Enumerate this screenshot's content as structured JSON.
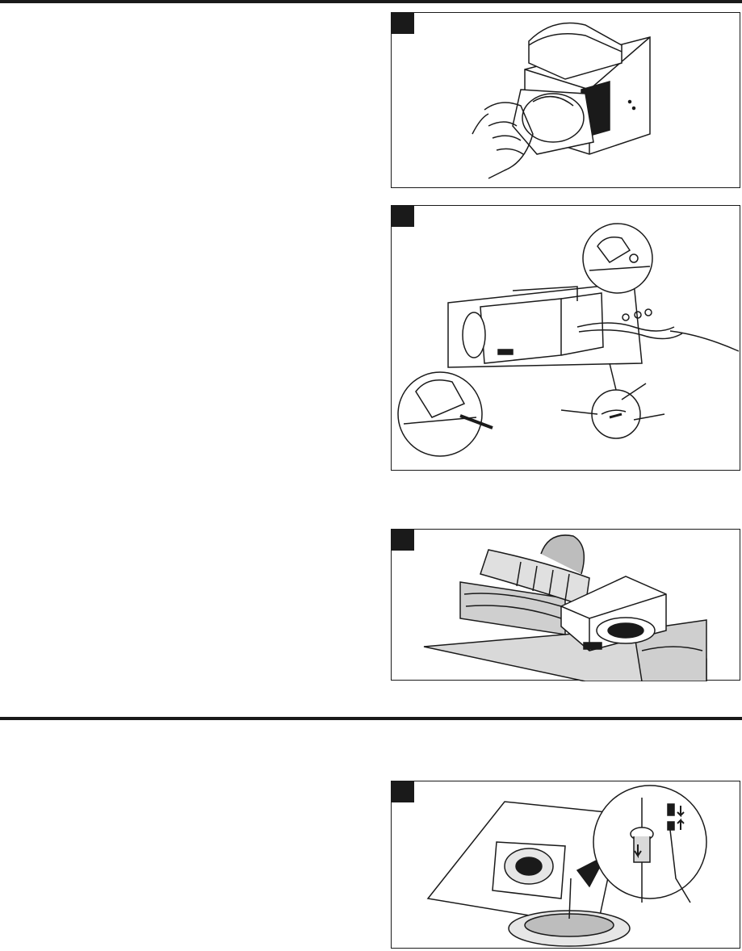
{
  "document": {
    "section_count": 2,
    "figures": [
      {
        "id": "fig-1",
        "step_label": "",
        "description_icon": "hand-inserting-damper-icon"
      },
      {
        "id": "fig-2",
        "step_label": "",
        "description_icon": "wiring-connection-icon"
      },
      {
        "id": "fig-3",
        "step_label": "",
        "description_icon": "joist-mounting-icon"
      },
      {
        "id": "fig-4",
        "step_label": "",
        "description_icon": "grille-plug-connection-icon"
      }
    ]
  },
  "colors": {
    "rule": "#1a1a1a",
    "line": "#1a1a1a",
    "shade": "#d9d9d9",
    "wood": "#cfcfcf"
  }
}
